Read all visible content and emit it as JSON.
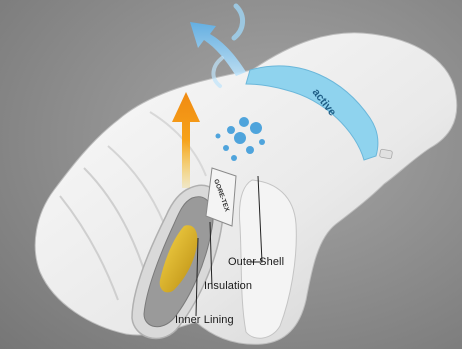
{
  "labels": {
    "outer_shell": "Outer Shell",
    "insulation": "Insulation",
    "inner_lining": "Inner Lining"
  },
  "cuff_band_text": "active",
  "tag_text": "GORE-TEX",
  "colors": {
    "background": "#8c8c8c",
    "glove": "#efefef",
    "band": "#8fd3ee",
    "droplets": "#4fa4dc",
    "heat_arrow": "#f6a21a",
    "vapor": "#8cc9ef",
    "inner_lining": "#f0c030"
  }
}
